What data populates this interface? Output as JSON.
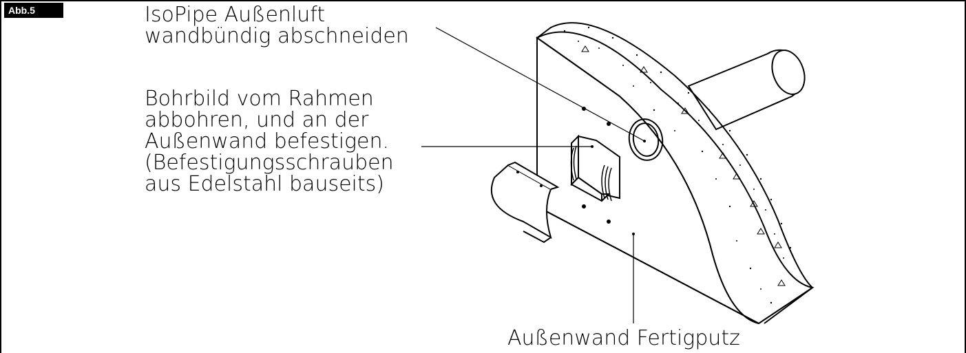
{
  "figure": {
    "tag": "Abb.5",
    "labels": {
      "top": [
        "IsoPipe Außenluft",
        "wandbündig abschneiden"
      ],
      "middle": [
        "Bohrbild vom Rahmen",
        "abbohren, und an der",
        "Außenwand befestigen.",
        "(Befestigungsschrauben",
        "aus Edelstahl bauseits)"
      ],
      "bottom": "Außenwand Fertigputz"
    }
  }
}
